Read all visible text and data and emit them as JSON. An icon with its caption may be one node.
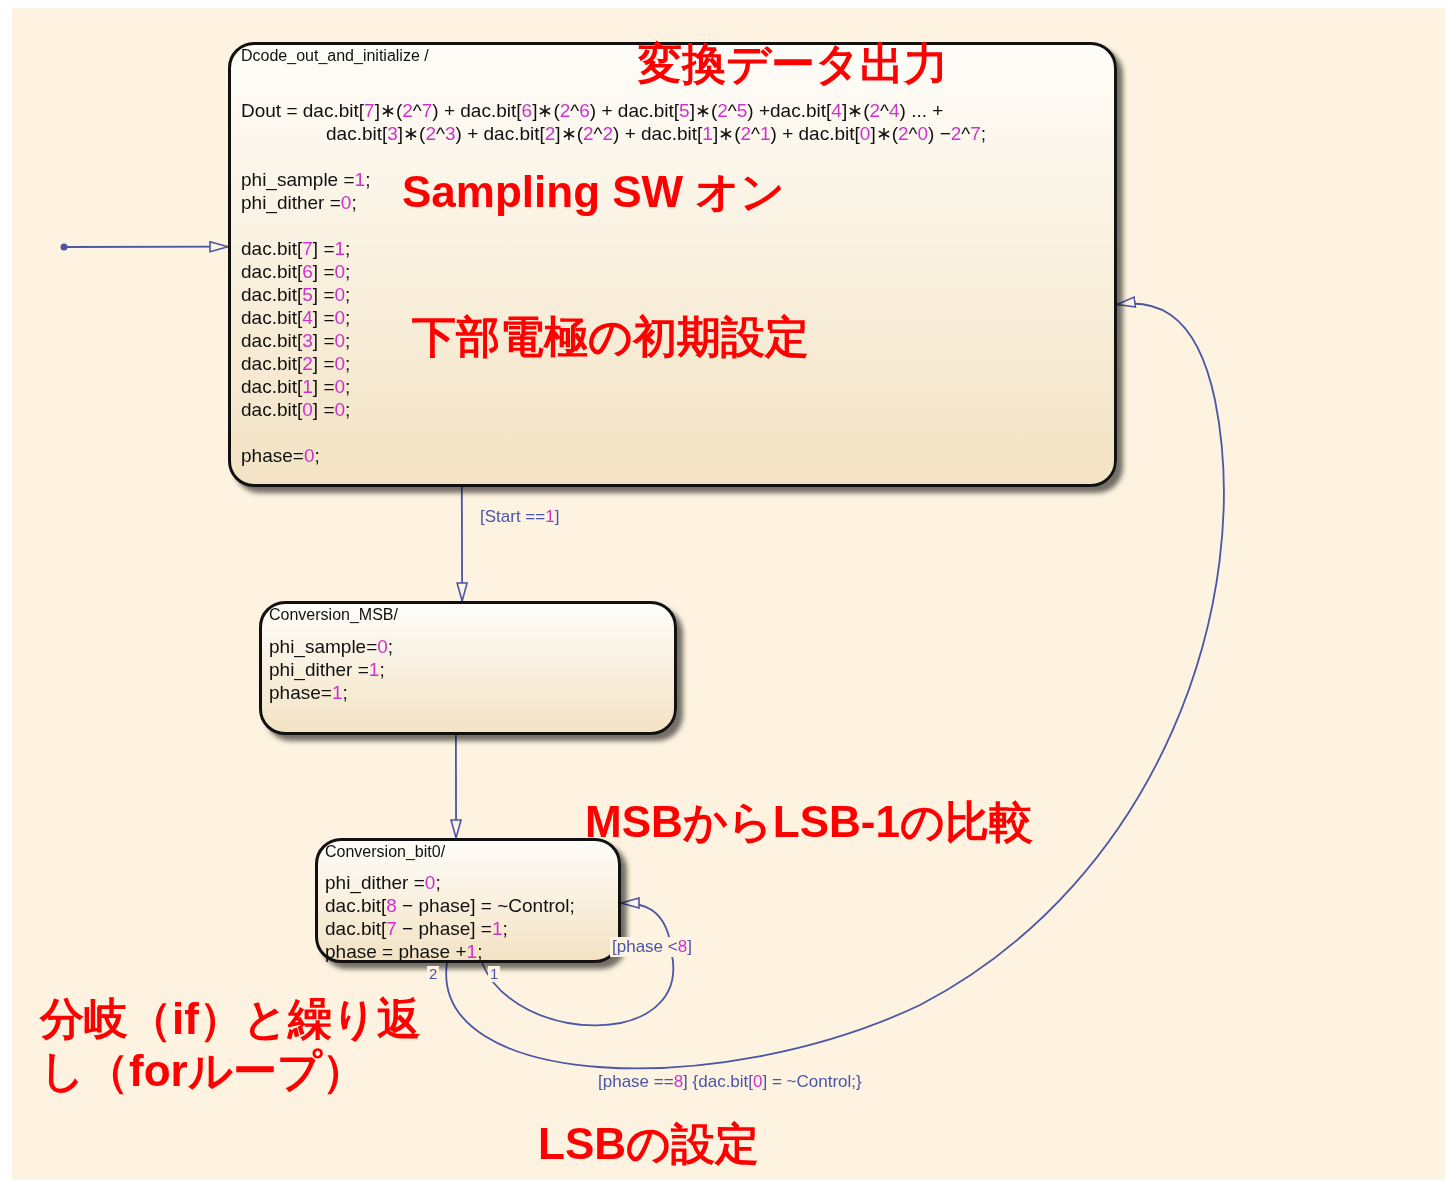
{
  "diagram": {
    "nodes": [
      {
        "text": [
          "Dcode_out_and_initialize /",
          "Dout = dac.bit[7]∗(2^7) + dac.bit[6]∗(2^6) + dac.bit[5]∗(2^5) +dac.bit[4]∗(2^4) ... + dac.bit[3]∗(2^3) + dac.bit[2]∗(2^2) + dac.bit[1]∗(2^1) + dac.bit[0]∗(2^0) −2^7;",
          "phi_sample =1;",
          "phi_dither =0;",
          "dac.bit[7] =1;",
          "dac.bit[6] =0;",
          "dac.bit[5] =0;",
          "dac.bit[4] =0;",
          "dac.bit[3] =0;",
          "dac.bit[2] =0;",
          "dac.bit[1] =0;",
          "dac.bit[0] =0;",
          "phase=0;"
        ]
      },
      {
        "text": [
          "Conversion_MSB/",
          "phi_sample=0;",
          "phi_dither =1;",
          "phase=1;"
        ]
      },
      {
        "text": [
          "Conversion_bit0/",
          "phi_dither =0;",
          "dac.bit[8 − phase] = ~Control;",
          "dac.bit[7 − phase] =1;",
          "phase = phase +1;"
        ]
      }
    ],
    "edges": [
      {
        "from": null,
        "to": 0,
        "arrow": "to"
      },
      {
        "from": 0,
        "to": 1,
        "arrow": "to",
        "label": "[Start ==1]"
      },
      {
        "from": 1,
        "to": 2,
        "arrow": "to"
      },
      {
        "from": 2,
        "to": 2,
        "arrow": "to",
        "label": "[phase <8]"
      },
      {
        "from": 2,
        "to": 0,
        "arrow": "to",
        "label": "[phase ==8] {dac.bit[0] = ~Control;}"
      }
    ],
    "labels": [
      "変換データ出力",
      "Sampling SW オン",
      "下部電極の初期設定",
      "MSBからLSB-1の比較",
      "2",
      "1",
      "分岐（if）と繰り返し（forループ）",
      "LSBの設定"
    ]
  }
}
